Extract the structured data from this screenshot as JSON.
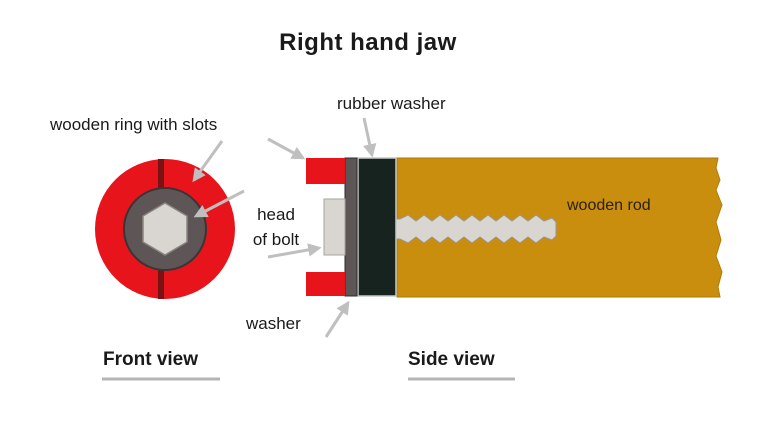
{
  "title": "Right hand jaw",
  "labels": {
    "wooden_ring": "wooden ring with slots",
    "rubber_washer": "rubber washer",
    "head_of_bolt_line1": "head",
    "head_of_bolt_line2": "of bolt",
    "washer": "washer",
    "wooden_rod": "wooden rod"
  },
  "views": {
    "front": "Front view",
    "side": "Side view"
  },
  "colors": {
    "ring_red": "#e8141b",
    "washer_gray": "#5e5656",
    "bolt_head": "#d9d5d0",
    "rubber_washer": "#16231f",
    "rod": "#c98e0e",
    "arrow": "#bfbfbf",
    "underline": "#b5b5b5"
  }
}
